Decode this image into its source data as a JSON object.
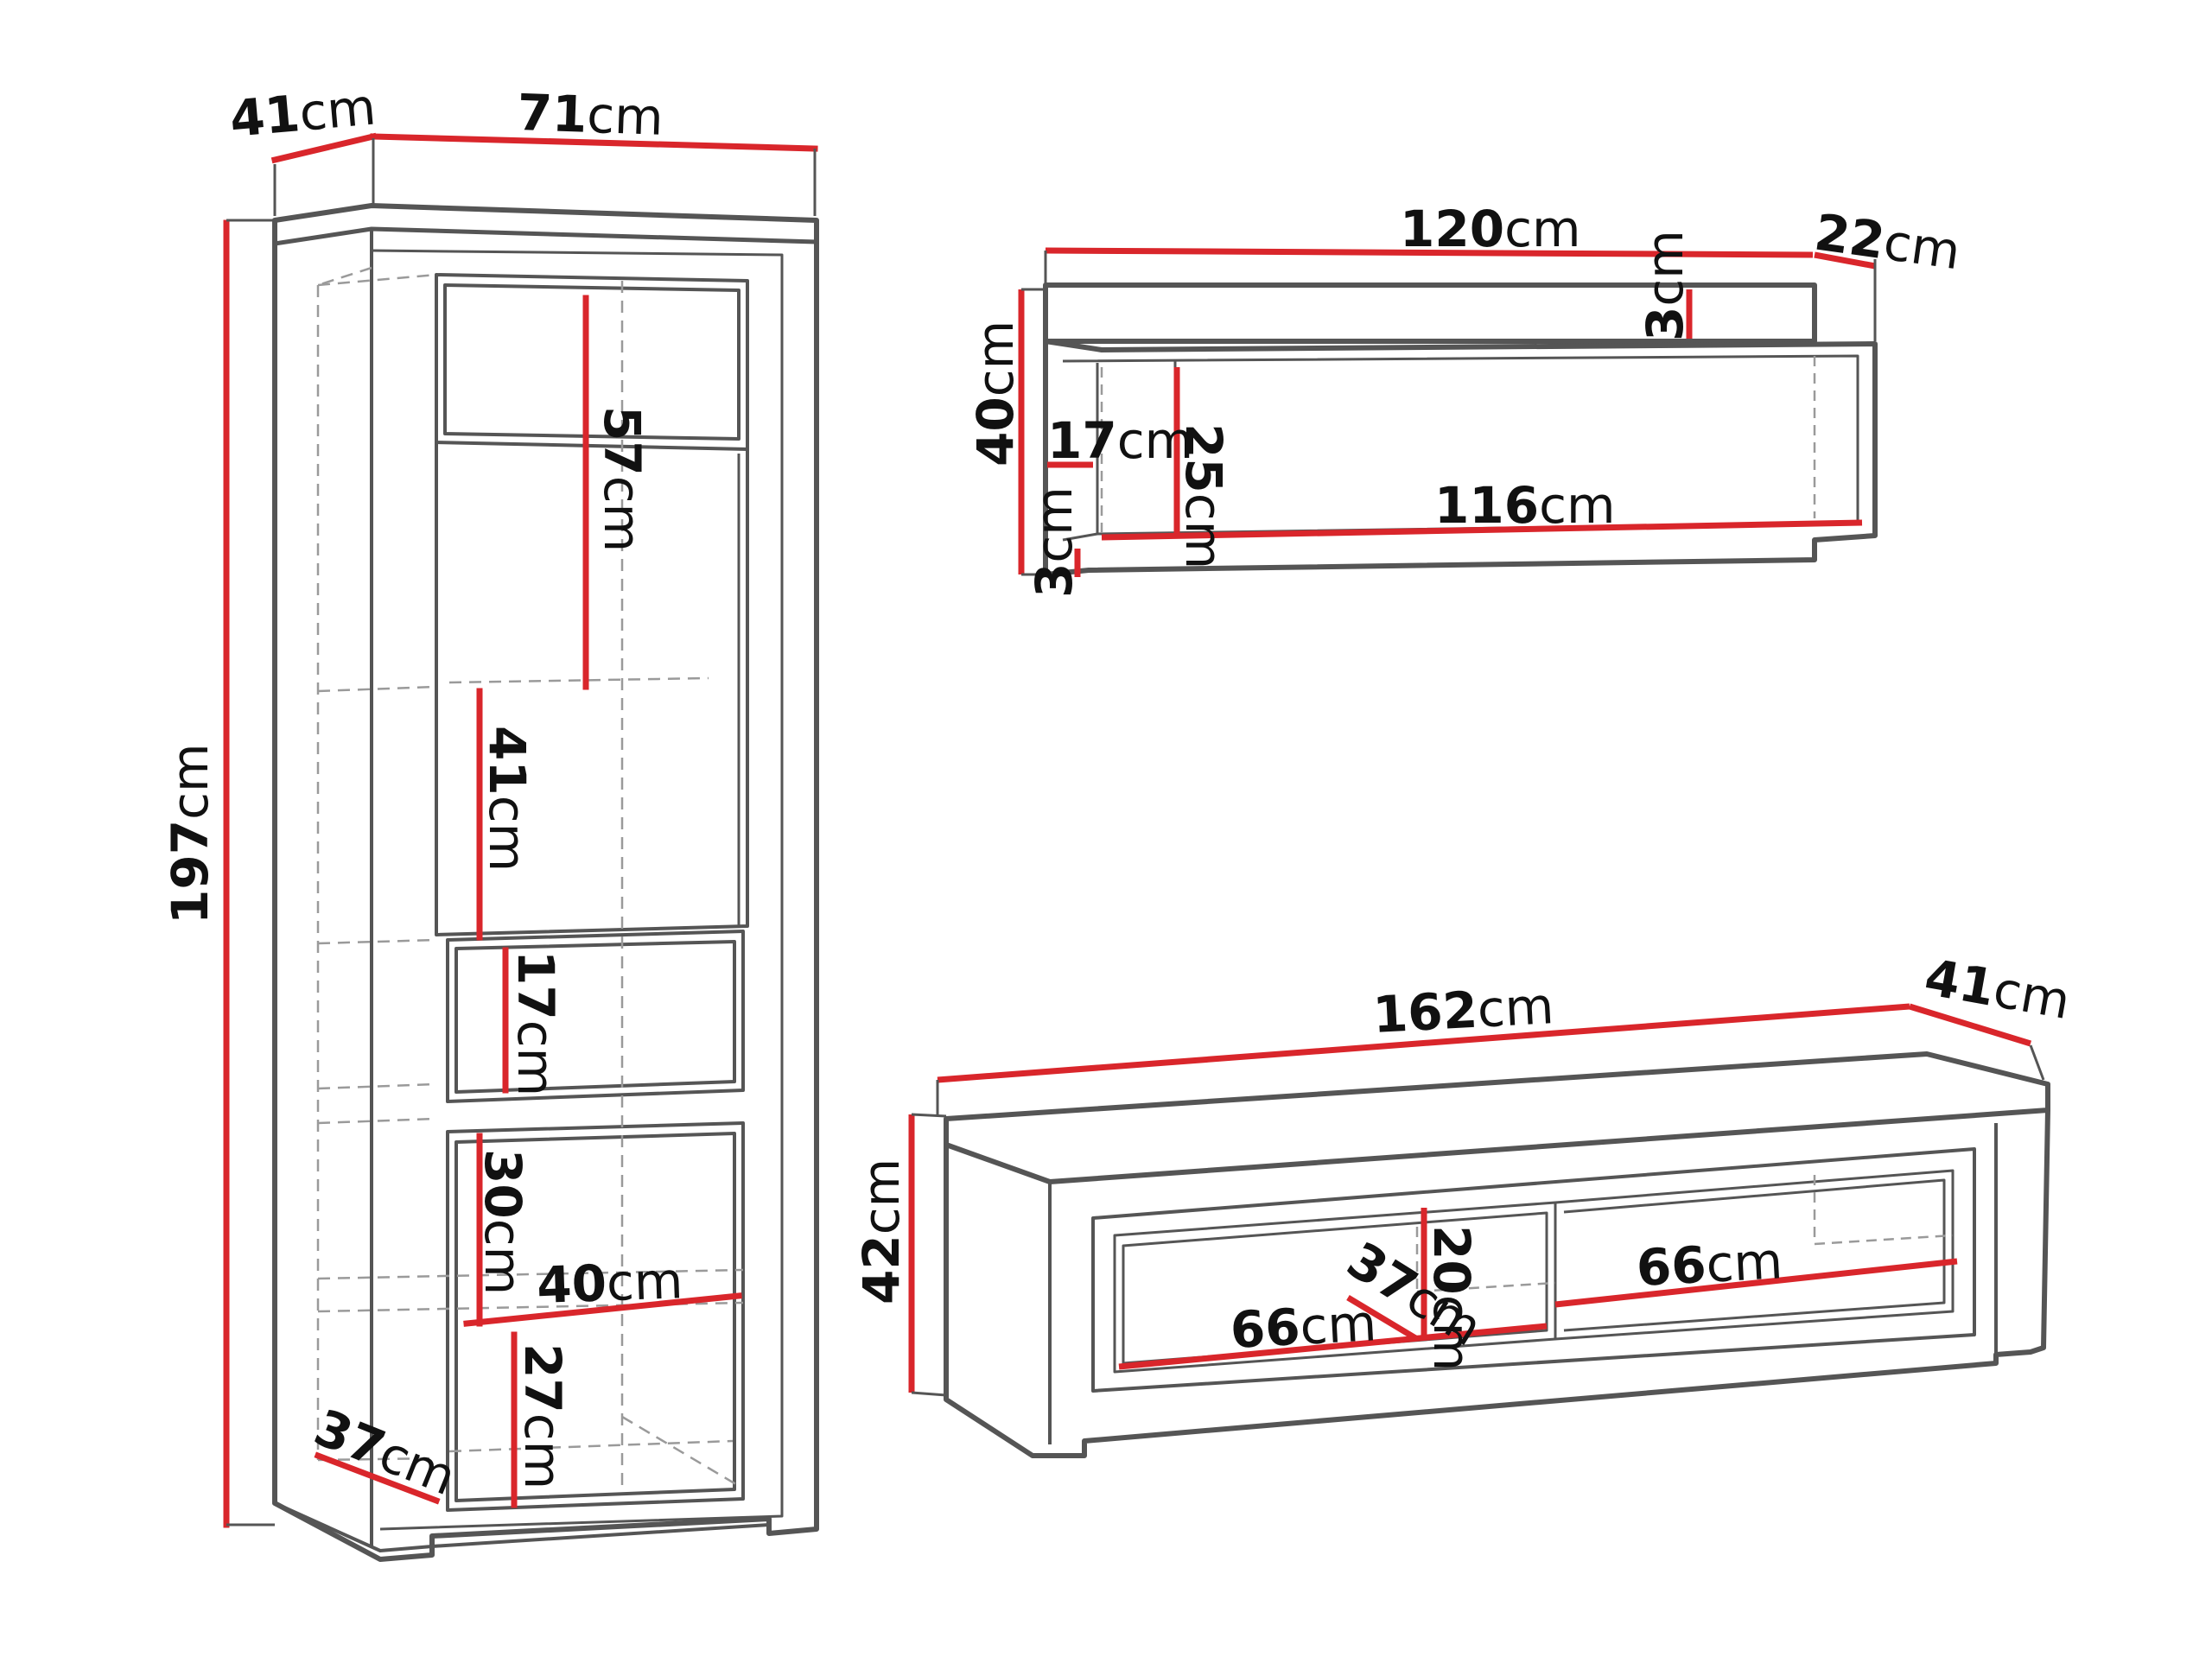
{
  "colors": {
    "outline": "#555555",
    "dashed": "#9a9a9a",
    "dimension": "#d9262b",
    "text": "#111111"
  },
  "unit": "cm",
  "cabinet": {
    "depth": "41",
    "width": "71",
    "height": "197",
    "top_glass_height": "57",
    "mid_glass_height": "41",
    "drawer_height": "17",
    "lower_glass_height": "30",
    "inner_width": "40",
    "bottom_height": "27",
    "inner_depth": "37"
  },
  "wall_shelf": {
    "width": "120",
    "depth": "22",
    "top_thickness": "3",
    "height": "40",
    "left_width": "17",
    "inner_height": "25",
    "inner_width": "116",
    "bottom_thickness": "3"
  },
  "tv_stand": {
    "width": "162",
    "depth": "41",
    "height": "42",
    "compartment_height": "20",
    "compartment_depth": "37",
    "left_compartment_width": "66",
    "right_compartment_width": "66"
  }
}
